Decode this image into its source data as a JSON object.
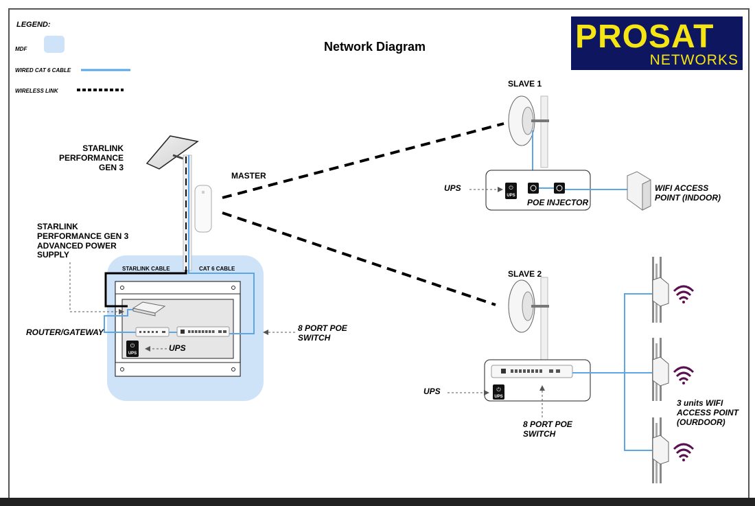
{
  "title": "Network Diagram",
  "legend": {
    "heading": "LEGEND:",
    "mdf": "MDF",
    "wired": "WIRED CAT 6 CABLE",
    "wireless": "WIRELESS LINK"
  },
  "logo": {
    "main": "PROSAT",
    "sub": "NETWORKS"
  },
  "labels": {
    "starlink": [
      "STARLINK",
      "PERFORMANCE",
      "GEN 3"
    ],
    "power_supply": [
      "STARLINK",
      "PERFORMANCE GEN 3",
      "ADVANCED POWER",
      "SUPPLY"
    ],
    "master": "MASTER",
    "starlink_cable": "STARLINK CABLE",
    "cat6_cable": "CAT 6 CABLE",
    "router": "ROUTER/GATEWAY",
    "ups_mdf": "UPS",
    "switch_mdf": [
      "8 PORT POE",
      "SWITCH"
    ],
    "slave1": "SLAVE 1",
    "ups_slave1": "UPS",
    "poe_injector": "POE INJECTOR",
    "wifi_indoor": [
      "WIFI ACCESS",
      "POINT (INDOOR)"
    ],
    "slave2": "SLAVE 2",
    "ups_slave2": "UPS",
    "switch_slave2": [
      "8 PORT POE",
      "SWITCH"
    ],
    "wifi_outdoor": [
      "3 units WIFI",
      "ACCESS POINT",
      "(OURDOOR)"
    ],
    "ups_badge": "UPS"
  },
  "colors": {
    "mdf_fill": "#cfe3f8",
    "cable_blue": "#5aa6e6",
    "logo_bg": "#0f1660",
    "logo_text": "#f5e514",
    "wifi_icon": "#5a1050"
  }
}
